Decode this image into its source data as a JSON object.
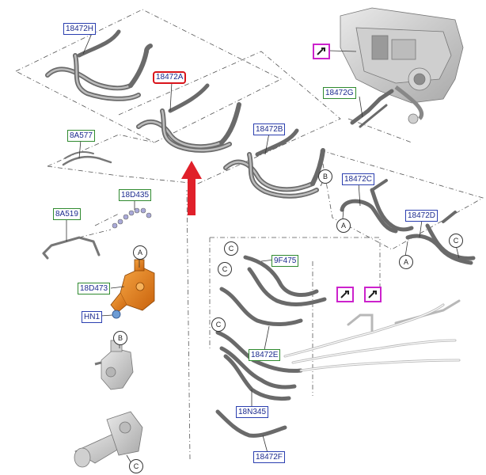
{
  "labels": {
    "p18472H": "18472H",
    "p18472A": "18472A",
    "p18472B": "18472B",
    "p18472C": "18472C",
    "p18472D": "18472D",
    "p18472E": "18472E",
    "p18472F": "18472F",
    "p18472G": "18472G",
    "p8A577": "8A577",
    "p8A519": "8A519",
    "p18D435": "18D435",
    "p18D473": "18D473",
    "pHN1": "HN1",
    "p9F475": "9F475",
    "p18N345": "18N345"
  },
  "callouts": {
    "A": "A",
    "B": "B",
    "C": "C"
  },
  "colors": {
    "part_label_border": "#2b3fb0",
    "ref_label_border": "#2f8a2f",
    "highlight_border": "#d9141b",
    "arrow": "#e0202a",
    "highlight_part": "#e07a12",
    "icon_frame": "#cc22cc"
  },
  "icons": [
    "tool-reference-icon"
  ]
}
